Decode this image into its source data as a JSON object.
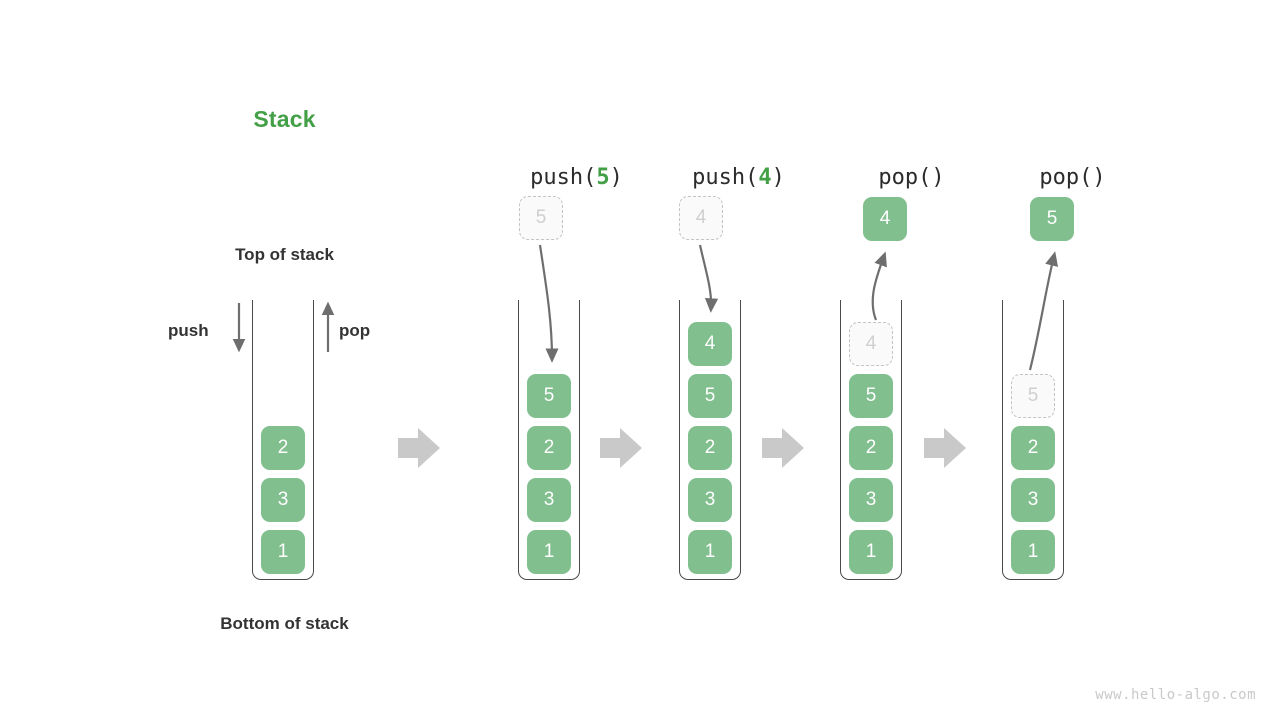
{
  "diagram": {
    "title": "Stack",
    "title_color": "#43a047",
    "element_color": "#81bf8e",
    "ghost_color": "#cfcfcf",
    "arrow_color": "#c9c9c9",
    "watermark": "www.hello-algo.com",
    "labels": {
      "top_of_stack": "Top of stack",
      "bottom_of_stack": "Bottom of stack",
      "push": "push",
      "pop": "pop"
    },
    "initial_stack": {
      "name": "initial-stack",
      "elements_top_to_bottom": [
        "2",
        "3",
        "1"
      ]
    },
    "steps": [
      {
        "name": "push-5",
        "header_prefix": "push(",
        "header_arg": "5",
        "header_suffix": ")",
        "floating": {
          "value": "5",
          "style": "ghost",
          "position": "above"
        },
        "elements_top_to_bottom": [
          "5",
          "2",
          "3",
          "1"
        ],
        "ghost_in_stack": null,
        "arrow_direction": "down"
      },
      {
        "name": "push-4",
        "header_prefix": "push(",
        "header_arg": "4",
        "header_suffix": ")",
        "floating": {
          "value": "4",
          "style": "ghost",
          "position": "above"
        },
        "elements_top_to_bottom": [
          "4",
          "5",
          "2",
          "3",
          "1"
        ],
        "ghost_in_stack": null,
        "arrow_direction": "down"
      },
      {
        "name": "pop-1",
        "header_prefix": "pop(",
        "header_arg": "",
        "header_suffix": ")",
        "floating": {
          "value": "4",
          "style": "solid",
          "position": "above"
        },
        "elements_top_to_bottom": [
          "5",
          "2",
          "3",
          "1"
        ],
        "ghost_in_stack": "4",
        "arrow_direction": "up"
      },
      {
        "name": "pop-2",
        "header_prefix": "pop(",
        "header_arg": "",
        "header_suffix": ")",
        "floating": {
          "value": "5",
          "style": "solid",
          "position": "above"
        },
        "elements_top_to_bottom": [
          "2",
          "3",
          "1"
        ],
        "ghost_in_stack": "5",
        "arrow_direction": "up"
      }
    ],
    "transition_arrows": 4
  }
}
